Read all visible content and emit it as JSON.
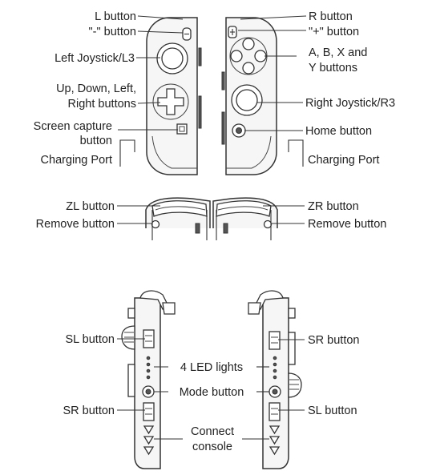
{
  "colors": {
    "line": "#333333",
    "text": "#222222",
    "body_fill": "#f6f6f6",
    "background": "#ffffff"
  },
  "labels": {
    "l_button": "L button",
    "minus_button": "\"-\" button",
    "left_joystick": "Left Joystick/L3",
    "dpad_line1": "Up, Down, Left,",
    "dpad_line2": "Right buttons",
    "capture_line1": "Screen capture",
    "capture_line2": "button",
    "charging_left": "Charging Port",
    "r_button": "R button",
    "plus_button": "\"+\" button",
    "abxy_line1": "A, B, X and",
    "abxy_line2": "Y buttons",
    "right_joystick": "Right Joystick/R3",
    "home_button": "Home button",
    "charging_right": "Charging Port",
    "zl_button": "ZL button",
    "remove_left": "Remove button",
    "zr_button": "ZR button",
    "remove_right": "Remove button",
    "sl_left": "SL button",
    "sr_left": "SR button",
    "led_lights": "4 LED lights",
    "mode_button": "Mode button",
    "connect_line1": "Connect",
    "connect_line2": "console",
    "sr_right": "SR button",
    "sl_right": "SL button"
  }
}
